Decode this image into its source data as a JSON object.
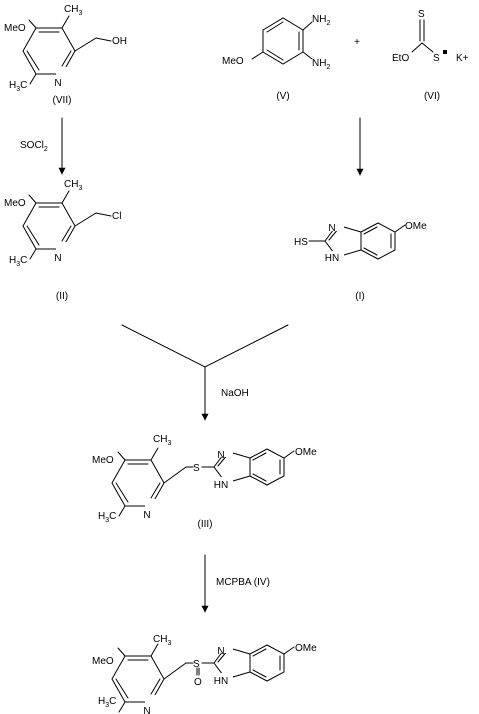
{
  "atoms": {
    "meo": "MeO",
    "ome": "OMe",
    "ch3_c": "C",
    "ch3_h": "H",
    "ch3_3": "3",
    "n": "N",
    "nh_n": "N",
    "nh_h": "H",
    "oh": "OH",
    "cl": "Cl",
    "s": "S",
    "sh": "HS",
    "o": "O",
    "nh2_nh": "NH",
    "nh2_2": "2",
    "eto": "EtO",
    "k_plus": "K+",
    "plus": "+"
  },
  "labels": {
    "VII": "(VII)",
    "V": "(V)",
    "VI": "(VI)",
    "II": "(II)",
    "I": "(I)",
    "III": "(III)"
  },
  "reagents": {
    "socl2_main": "SOCl",
    "socl2_sub": "2",
    "naoh": "NaOH",
    "mcpba": "MCPBA   (IV)"
  },
  "colors": {
    "ink": "#000000",
    "background": "#ffffff"
  }
}
